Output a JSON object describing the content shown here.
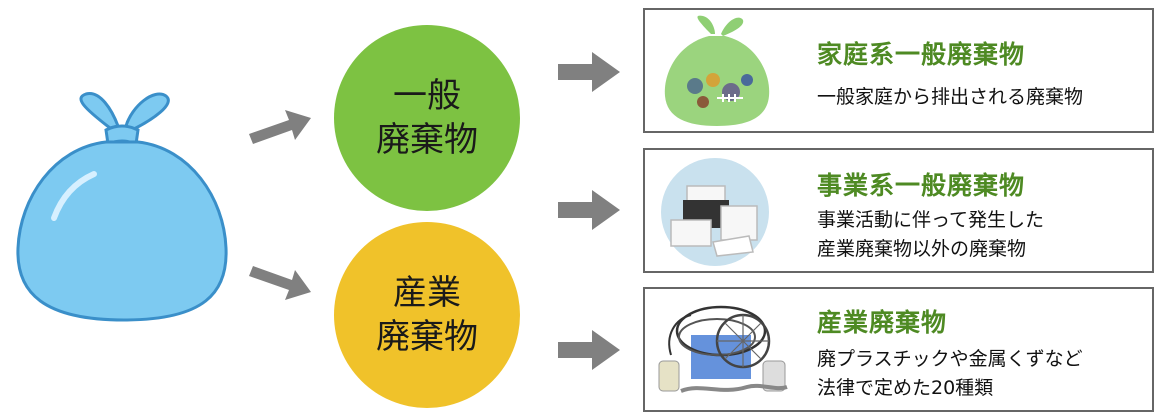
{
  "circles": {
    "general": {
      "line1": "一般",
      "line2": "廃棄物",
      "color": "#7dc242"
    },
    "industrial": {
      "line1": "産業",
      "line2": "廃棄物",
      "color": "#f0c22a"
    }
  },
  "boxes": [
    {
      "title": "家庭系一般廃棄物",
      "desc": [
        "一般家庭から排出される廃棄物"
      ]
    },
    {
      "title": "事業系一般廃棄物",
      "desc": [
        "事業活動に伴って発生した",
        "産業廃棄物以外の廃棄物"
      ]
    },
    {
      "title": "産業廃棄物",
      "desc": [
        "廃プラスチックや金属くずなど",
        "法律で定めた20種類"
      ]
    }
  ],
  "colors": {
    "arrow": "#808080",
    "title_green": "#4e8a23",
    "bag_blue": "#7dcaf1"
  }
}
